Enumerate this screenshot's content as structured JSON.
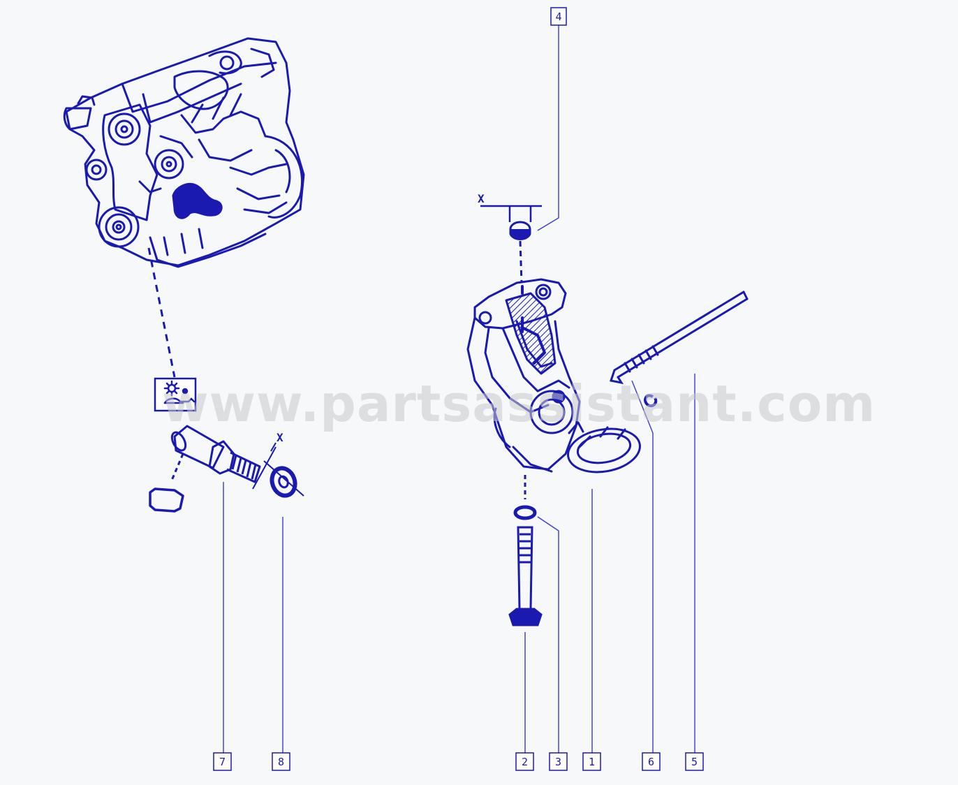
{
  "diagram": {
    "watermark": "www.partsassistant.com",
    "dimension_mark": "X",
    "accent_color": "#1a1ab0",
    "callouts": [
      {
        "id": "c1",
        "label": "1"
      },
      {
        "id": "c2",
        "label": "2"
      },
      {
        "id": "c3",
        "label": "3"
      },
      {
        "id": "c4",
        "label": "4"
      },
      {
        "id": "c5",
        "label": "5"
      },
      {
        "id": "c6",
        "label": "6"
      },
      {
        "id": "c7",
        "label": "7"
      },
      {
        "id": "c8",
        "label": "8"
      }
    ],
    "icons": [
      "engine-oil-pressure-warning-icon"
    ]
  }
}
